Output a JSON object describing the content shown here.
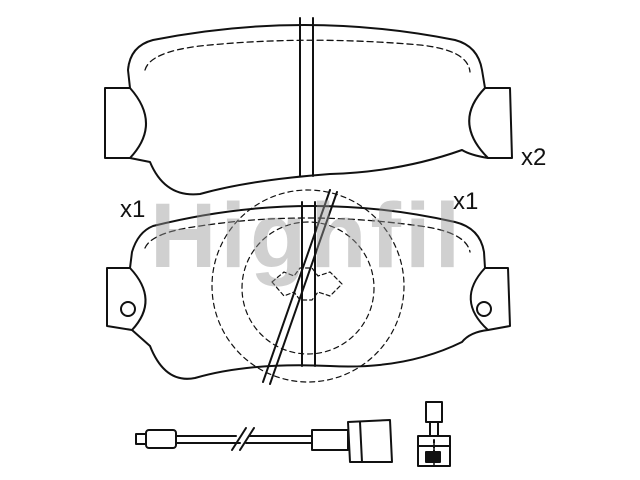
{
  "labels": {
    "qty_top": "x2",
    "qty_bottom_left": "x1",
    "qty_bottom_right": "x1"
  },
  "watermark": "Highfil",
  "colors": {
    "line": "#111111",
    "watermark": "#969696"
  }
}
